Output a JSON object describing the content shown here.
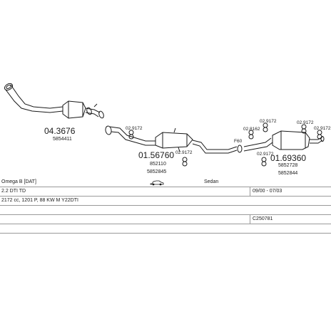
{
  "parts": {
    "front_pipe": {
      "part_no": "04.3676",
      "oe_no": "5854411"
    },
    "middle_pipe": {
      "part_no": "01.56760",
      "oe_no_1": "852110",
      "oe_no_2": "5852845"
    },
    "rear_silencer": {
      "part_no": "01.69360",
      "oe_no_1": "5852728",
      "oe_no_2": "5852844"
    },
    "clips": [
      "02.9172",
      "02.9172",
      "02.8162",
      "02.9172",
      "02.9172",
      "02.9172",
      "02.9172"
    ],
    "gasket_label": "F60"
  },
  "vehicle": {
    "model": "Omega B [DAT]",
    "body": "Sedan",
    "engine": "2.2 DTI TD",
    "years": "09/00 - 07/03",
    "details": "2172 cc, 1201 P, 88 KW M Y22DTI",
    "code": "C250781"
  },
  "icons": {
    "car": "car-sedan-icon"
  },
  "colors": {
    "line": "#1a1a1a",
    "grid": "#9a9a9a"
  }
}
